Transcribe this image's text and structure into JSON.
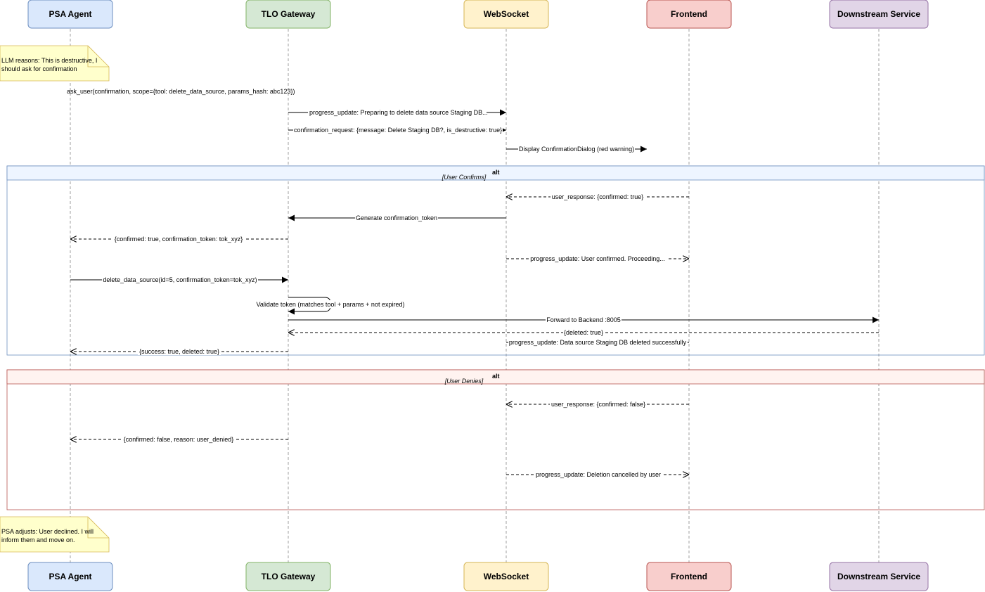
{
  "participants": [
    {
      "id": "psa",
      "label": "PSA Agent",
      "fill": "#dae8fc",
      "stroke": "#6c8ebf"
    },
    {
      "id": "tlo",
      "label": "TLO Gateway",
      "fill": "#d5e8d4",
      "stroke": "#82b366"
    },
    {
      "id": "ws",
      "label": "WebSocket",
      "fill": "#fff2cc",
      "stroke": "#d6b656"
    },
    {
      "id": "fe",
      "label": "Frontend",
      "fill": "#f8cecc",
      "stroke": "#b85450"
    },
    {
      "id": "ds",
      "label": "Downstream Service",
      "fill": "#e1d5e7",
      "stroke": "#9673a6"
    }
  ],
  "notes": {
    "top": "LLM reasons: This is destructive, I should ask for confirmation",
    "bottom": "PSA adjusts: User declined. I will inform them and move on."
  },
  "pre_messages": {
    "ask_user": "ask_user(confirmation, scope={tool: delete_data_source, params_hash: abc123})",
    "m1": "progress_update: Preparing to delete data source Staging DB...",
    "m2": "confirmation_request: {message: Delete Staging DB?, is_destructive: true}",
    "m3": "Display ConfirmationDialog (red warning)"
  },
  "frame_confirm": {
    "operator": "alt",
    "guard": "[User Confirms]",
    "fill": "#eef5ff",
    "stroke": "#6c8ebf",
    "messages": {
      "c1": "user_response: {confirmed: true}",
      "c2": "Generate confirmation_token",
      "c3": "{confirmed: true, confirmation_token: tok_xyz}",
      "c4": "progress_update: User confirmed. Proceeding...",
      "c5": "delete_data_source(id=5, confirmation_token=tok_xyz)",
      "c6": "Validate token (matches tool + params + not expired)",
      "c7": "Forward to Backend :8005",
      "c8": "{deleted: true}",
      "c9": "progress_update: Data source Staging DB deleted successfully",
      "c10": "{success: true, deleted: true}"
    }
  },
  "frame_deny": {
    "operator": "alt",
    "guard": "[User Denies]",
    "fill": "#fff3f0",
    "stroke": "#b85450",
    "messages": {
      "d1": "user_response: {confirmed: false}",
      "d2": "{confirmed: false, reason: user_denied}",
      "d3": "progress_update: Deletion cancelled by user"
    }
  }
}
